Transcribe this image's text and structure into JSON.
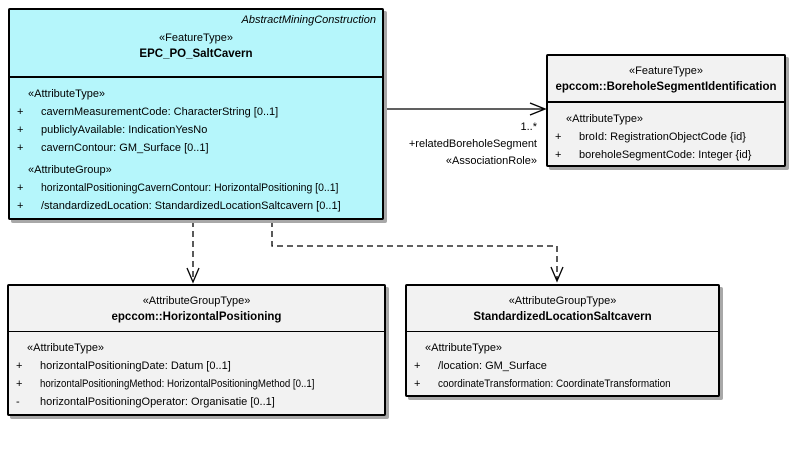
{
  "diagram": {
    "classes": {
      "salt_cavern": {
        "parent": "AbstractMiningConstruction",
        "stereotype": "«FeatureType»",
        "name": "EPC_PO_SaltCavern",
        "groups": [
          {
            "label": "«AttributeType»",
            "rows": [
              {
                "vis": "+",
                "text": "cavernMeasurementCode: CharacterString [0..1]"
              },
              {
                "vis": "+",
                "text": "publiclyAvailable: IndicationYesNo"
              },
              {
                "vis": "+",
                "text": "cavernContour: GM_Surface [0..1]"
              }
            ]
          },
          {
            "label": "«AttributeGroup»",
            "rows": [
              {
                "vis": "+",
                "text": "horizontalPositioningCavernContour: HorizontalPositioning [0..1]"
              },
              {
                "vis": "+",
                "text": "/standardizedLocation: StandardizedLocationSaltcavern [0..1]"
              }
            ]
          }
        ]
      },
      "borehole": {
        "stereotype": "«FeatureType»",
        "name": "epccom::BoreholeSegmentIdentification",
        "groups": [
          {
            "label": "«AttributeType»",
            "rows": [
              {
                "vis": "+",
                "text": "broId: RegistrationObjectCode {id}"
              },
              {
                "vis": "+",
                "text": "boreholeSegmentCode: Integer {id}"
              }
            ]
          }
        ]
      },
      "horizontal_positioning": {
        "stereotype": "«AttributeGroupType»",
        "name": "epccom::HorizontalPositioning",
        "groups": [
          {
            "label": "«AttributeType»",
            "rows": [
              {
                "vis": "+",
                "text": "horizontalPositioningDate: Datum [0..1]"
              },
              {
                "vis": "+",
                "text": "horizontalPositioningMethod: HorizontalPositioningMethod [0..1]"
              },
              {
                "vis": "-",
                "text": "horizontalPositioningOperator: Organisatie [0..1]"
              }
            ]
          }
        ]
      },
      "standardized_location": {
        "stereotype": "«AttributeGroupType»",
        "name": "StandardizedLocationSaltcavern",
        "groups": [
          {
            "label": "«AttributeType»",
            "rows": [
              {
                "vis": "+",
                "text": "/location: GM_Surface"
              },
              {
                "vis": "+",
                "text": "coordinateTransformation: CoordinateTransformation"
              }
            ]
          }
        ]
      }
    },
    "association": {
      "multiplicity": "1..*",
      "role": "+relatedBoreholeSegment",
      "stereotype": "«AssociationRole»"
    },
    "colors": {
      "feature_fill": "#b5f6fb",
      "group_fill": "#f2f2f2",
      "border": "#000000",
      "shadow": "#a8a8a8"
    }
  }
}
